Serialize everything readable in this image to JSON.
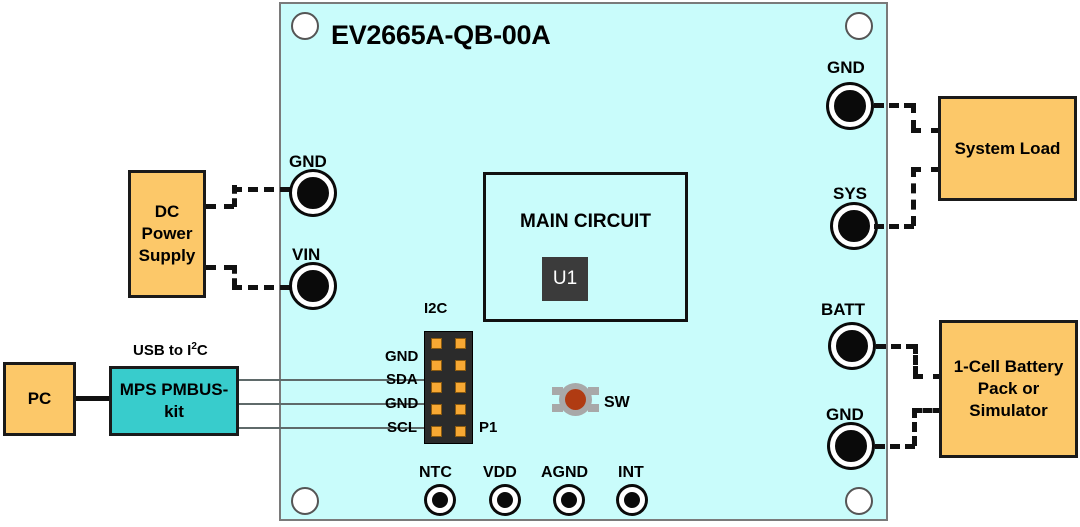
{
  "board": {
    "title": "EV2665A-QB-00A",
    "color": "#c9fcfb",
    "main_circuit": {
      "label": "MAIN CIRCUIT",
      "chip": "U1"
    },
    "switch": {
      "label": "SW"
    },
    "header": {
      "name": "I2C",
      "refdes": "P1",
      "pin_labels": [
        "GND",
        "SDA",
        "GND",
        "SCL"
      ]
    },
    "left_test_points": [
      {
        "label": "GND"
      },
      {
        "label": "VIN"
      }
    ],
    "right_test_points": [
      {
        "label": "GND"
      },
      {
        "label": "SYS"
      },
      {
        "label": "BATT"
      },
      {
        "label": "GND"
      }
    ],
    "bottom_test_points": [
      {
        "label": "NTC"
      },
      {
        "label": "VDD"
      },
      {
        "label": "AGND"
      },
      {
        "label": "INT"
      }
    ]
  },
  "external": {
    "dc_power_supply": "DC Power Supply",
    "pc": "PC",
    "pmbus_kit": "MPS PMBUS-kit",
    "usb_to_i2c": "USB to I",
    "usb_to_i2c_sup": "2",
    "usb_to_i2c_tail": "C",
    "system_load": "System Load",
    "battery_pack": "1-Cell Battery Pack or Simulator"
  },
  "colors": {
    "board": "#c9fcfb",
    "block_orange": "#fcc869",
    "block_teal": "#38cccc",
    "pin_orange": "#f7a833",
    "chip_gray": "#3b3b3b",
    "switch_cap": "#b03b12"
  }
}
